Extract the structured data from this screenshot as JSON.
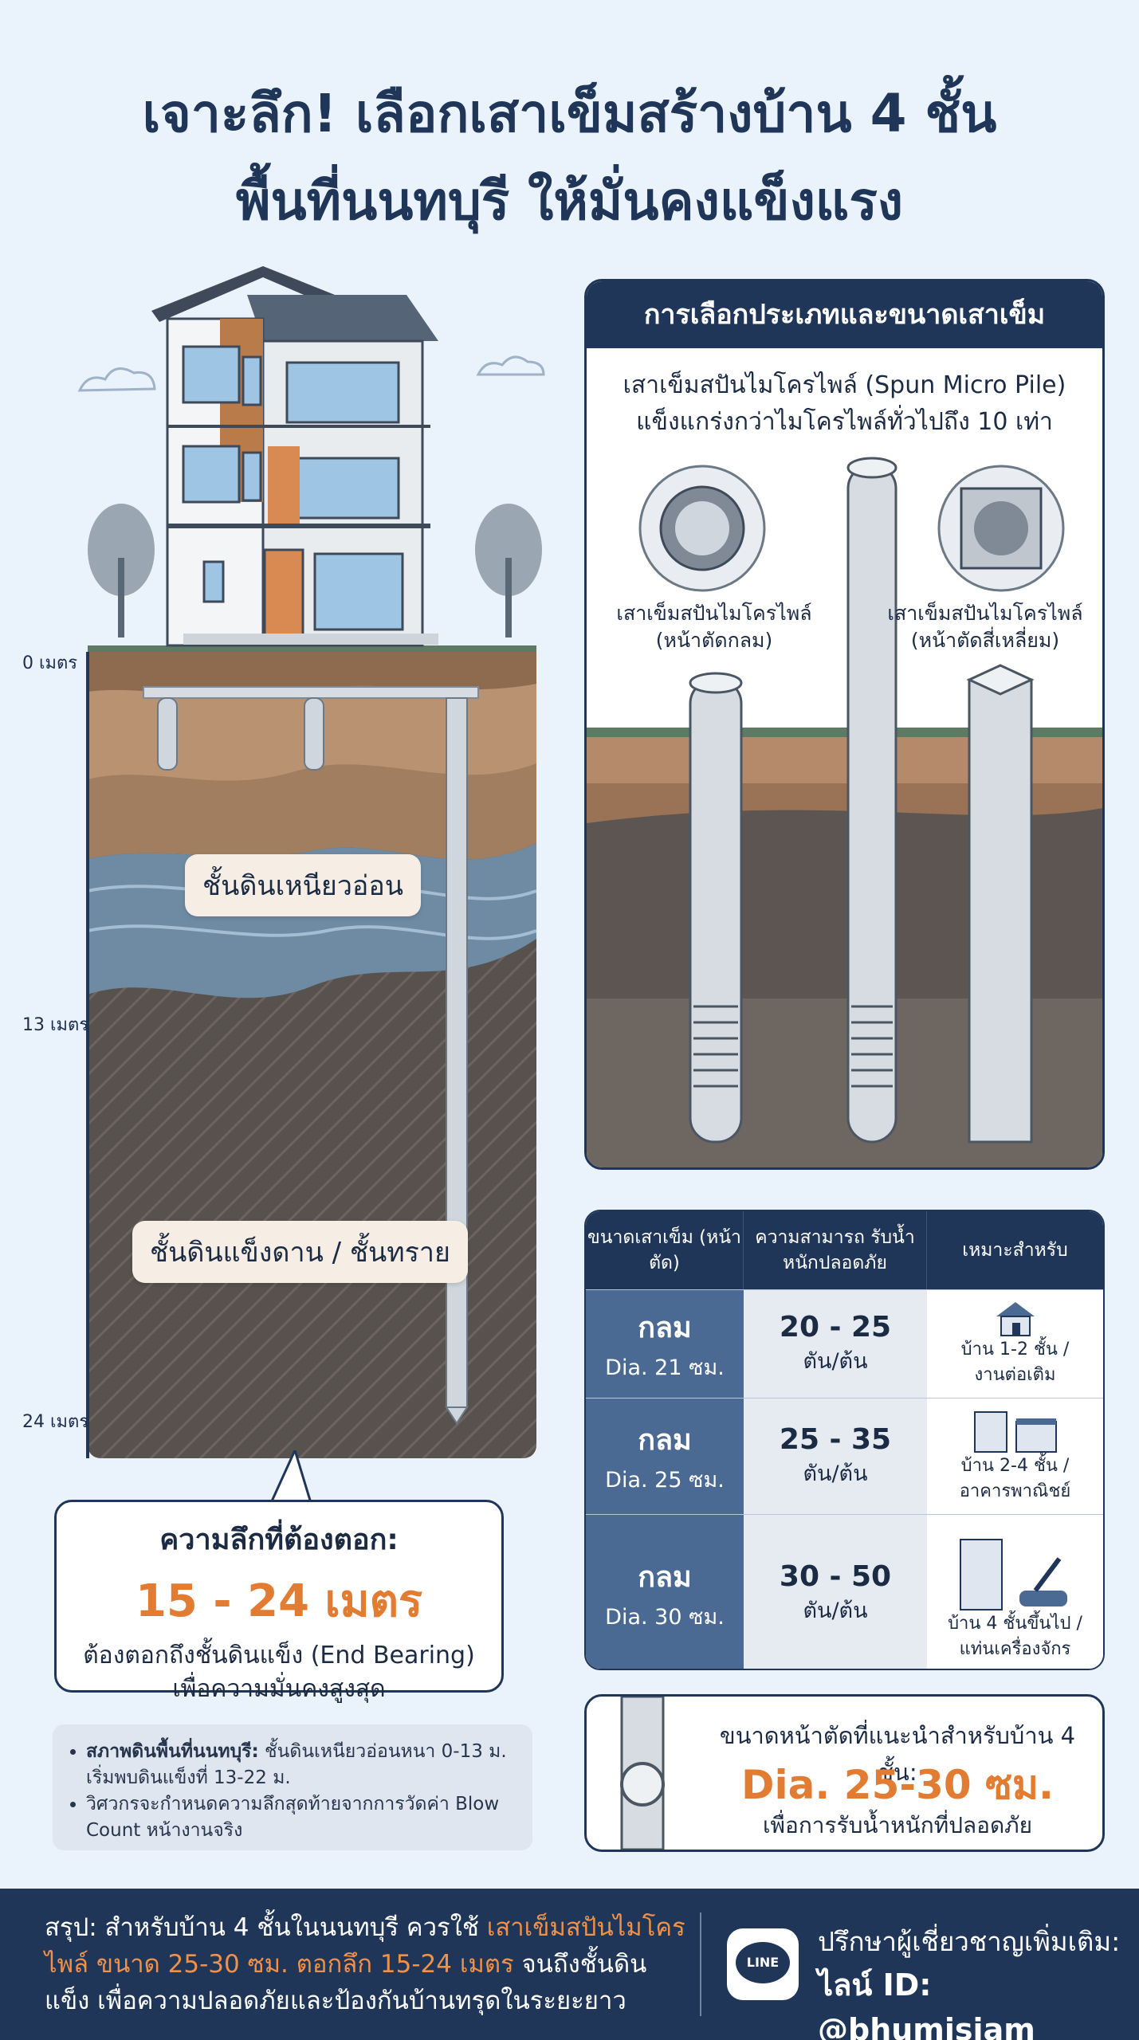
{
  "title": {
    "line1": "เจาะลึก! เลือกเสาเข็มสร้างบ้าน 4 ชั้น",
    "line2": "พื้นที่นนทบุรี ให้มั่นคงแข็งแรง"
  },
  "soil": {
    "depth_0": "0 เมตร",
    "depth_13": "13 เมตร",
    "depth_24": "24 เมตร",
    "layer_soft_clay": "ชั้นดินเหนียวอ่อน",
    "layer_hard": "ชั้นดินแข็งดาน / ชั้นทราย"
  },
  "callout": {
    "heading": "ความลึกที่ต้องตอก:",
    "value": "15 - 24 เมตร",
    "line1": "ต้องตอกถึงชั้นดินแข็ง (End Bearing)",
    "line2": "เพื่อความมั่นคงสูงสุด"
  },
  "notes": {
    "item1_label": "สภาพดินพื้นที่นนทบุรี:",
    "item1_text": " ชั้นดินเหนียวอ่อนหนา 0-13 ม. เริ่มพบดินแข็งที่ 13-22 ม.",
    "item2_text": "วิศวกรจะกำหนดความลึกสุดท้ายจากการวัดค่า Blow Count หน้างานจริง"
  },
  "pile_panel": {
    "header": "การเลือกประเภทและขนาดเสาเข็ม",
    "sub1": "เสาเข็มสปันไมโครไพล์ (Spun Micro Pile)",
    "sub2": "แข็งแกร่งกว่าไมโครไพล์ทั่วไปถึง 10 เท่า",
    "round_cap1": "เสาเข็มสปันไมโครไพล์",
    "round_cap2": "(หน้าตัดกลม)",
    "square_cap1": "เสาเข็มสปันไมโครไพล์",
    "square_cap2": "(หน้าตัดสี่เหลี่ยม)"
  },
  "table": {
    "headers": [
      "ขนาดเสาเข็ม (หน้าตัด)",
      "ความสามารถ รับน้ำหนักปลอดภัย",
      "เหมาะสำหรับ"
    ],
    "rows": [
      {
        "shape": "กลม",
        "dia": "Dia. 21 ซม.",
        "load": "20 - 25",
        "unit": "ตัน/ต้น",
        "use1": "บ้าน 1-2 ชั้น /",
        "use2": "งานต่อเติม"
      },
      {
        "shape": "กลม",
        "dia": "Dia. 25 ซม.",
        "load": "25 - 35",
        "unit": "ตัน/ต้น",
        "use1": "บ้าน 2-4 ชั้น /",
        "use2": "อาคารพาณิชย์"
      },
      {
        "shape": "กลม",
        "dia": "Dia. 30 ซม.",
        "load": "30 - 50",
        "unit": "ตัน/ต้น",
        "use1": "บ้าน 4 ชั้นขึ้นไป /",
        "use2": "แท่นเครื่องจักร"
      }
    ]
  },
  "recommend": {
    "title": "ขนาดหน้าตัดที่แนะนำสำหรับบ้าน 4 ชั้น:",
    "value": "Dia. 25-30 ซม.",
    "sub": "เพื่อการรับน้ำหนักที่ปลอดภัย"
  },
  "footer": {
    "sum_a": "สรุป: สำหรับบ้าน 4 ชั้นในนนทบุรี ควรใช้ ",
    "sum_hl1": "เสาเข็มสปันไมโครไพล์ ขนาด 25-30 ซม. ตอกลึก 15-24 เมตร",
    "sum_b": " จนถึงชั้นดินแข็ง เพื่อความปลอดภัยและป้องกันบ้านทรุดในระยะยาว",
    "line_logo": "LINE",
    "cta1": "ปรึกษาผู้เชี่ยวชาญเพิ่มเติม:",
    "cta2": "ไลน์ ID: @bhumisiam"
  },
  "colors": {
    "navy": "#1f3658",
    "accent": "#e37c33",
    "background": "#eaf2fb"
  }
}
